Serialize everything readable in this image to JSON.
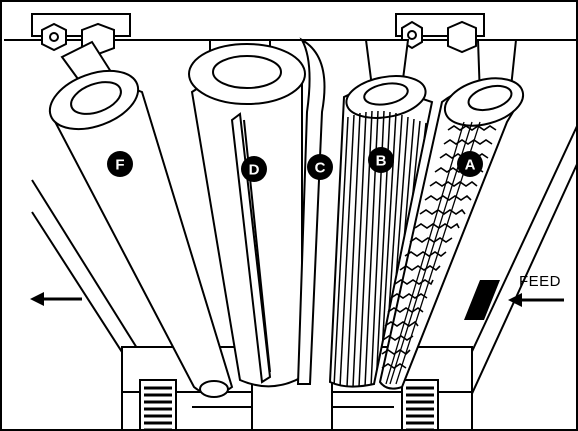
{
  "diagram": {
    "rollers": [
      {
        "id": "F",
        "label": "F"
      },
      {
        "id": "D",
        "label": "D"
      },
      {
        "id": "C",
        "label": "C"
      },
      {
        "id": "B",
        "label": "B"
      },
      {
        "id": "A",
        "label": "A"
      }
    ],
    "feed_label": "FEED",
    "colors": {
      "line": "#000000",
      "fill": "#ffffff",
      "accent": "#000000"
    }
  }
}
